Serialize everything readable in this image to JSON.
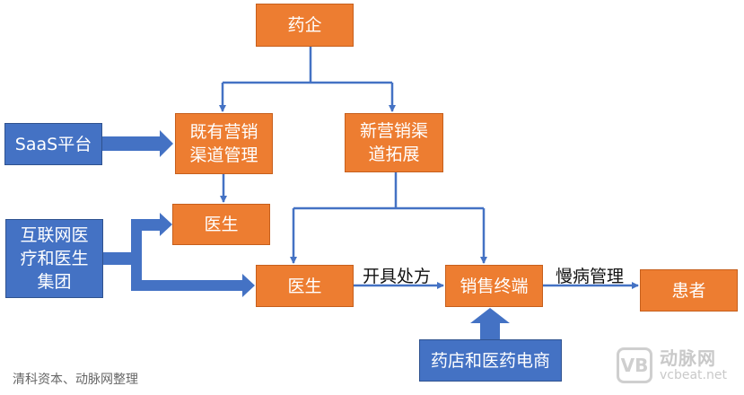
{
  "nodes": {
    "pharma": "药企",
    "existing_channel": "既有营销\n渠道管理",
    "new_channel": "新营销渠\n道拓展",
    "doctor_top": "医生",
    "doctor_mid": "医生",
    "sales_terminal": "销售终端",
    "patient": "患者",
    "saas": "SaaS平台",
    "internet_medical": "互联网医\n疗和医生\n集团",
    "pharmacy_ecommerce": "药店和医药电商"
  },
  "edge_labels": {
    "prescribe": "开具处方",
    "chronic_mgmt": "慢病管理"
  },
  "caption": "清科资本、动脉网整理",
  "watermark": {
    "logo": "VB",
    "name": "动脉网",
    "url": "vcbeat.net"
  },
  "colors": {
    "orange": "#ed7d31",
    "blue": "#4472c4",
    "connector": "#4472c4"
  }
}
